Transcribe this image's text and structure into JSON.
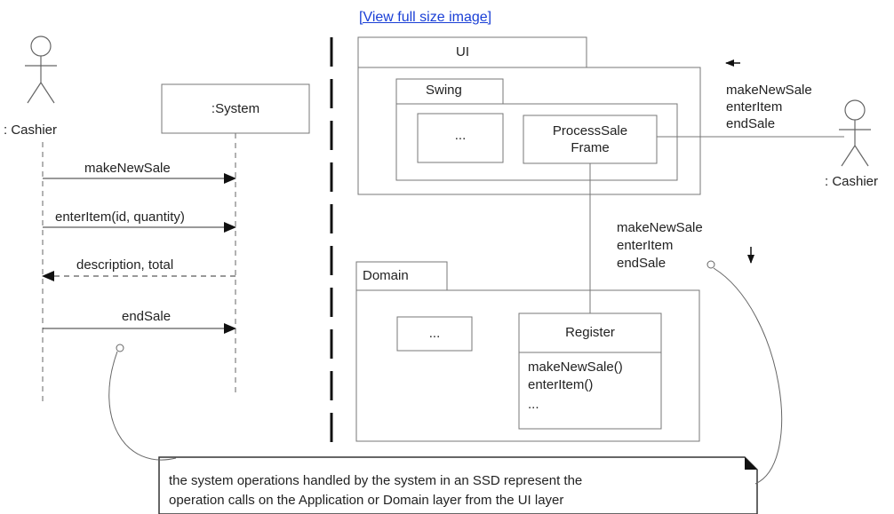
{
  "link": {
    "view_full_size": "[View full size image]"
  },
  "ssd": {
    "actor": ": Cashier",
    "system": ":System",
    "messages": [
      "makeNewSale",
      "enterItem(id, quantity)",
      "description, total",
      "endSale"
    ]
  },
  "layers": {
    "ui": "UI",
    "swing": "Swing",
    "ellipsis": "...",
    "frame_line1": "ProcessSale",
    "frame_line2": "Frame",
    "domain": "Domain",
    "register": "Register",
    "register_ops": [
      "makeNewSale()",
      "enterItem()",
      "..."
    ]
  },
  "right": {
    "actor": ": Cashier",
    "ops_top": [
      "makeNewSale",
      "enterItem",
      "endSale"
    ],
    "ops_mid": [
      "makeNewSale",
      "enterItem",
      "endSale"
    ]
  },
  "note": {
    "line1": "the system operations handled by the system in an SSD represent the",
    "line2": "operation calls on the Application or Domain layer from the UI layer"
  }
}
